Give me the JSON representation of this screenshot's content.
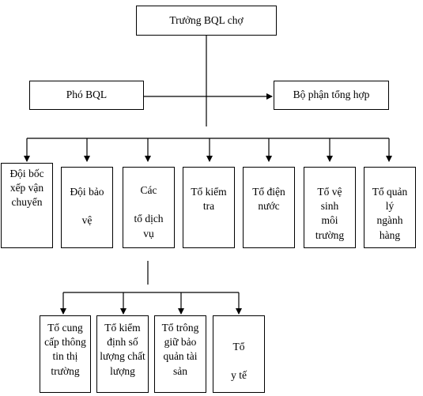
{
  "chart_data": {
    "type": "org-chart",
    "root": "Trưởng BQL chợ",
    "side_nodes": [
      "Phó BQL",
      "Bộ phận tổng hợp"
    ],
    "teams": [
      "Đội bốc\nxếp vận\nchuyển",
      "Đội bảo\n\nvệ",
      "Các\n\ntổ dịch\nvụ",
      "Tổ kiểm\ntra",
      "Tổ điện\nnước",
      "Tổ vệ\nsinh\nmôi\ntrường",
      "Tổ quản\nlý\nngành\nhàng"
    ],
    "service_subteams": [
      "Tổ cung\ncấp thông\ntin thị\ntrường",
      "Tổ kiểm\nđịnh số\nlượng chất\nlượng",
      "Tổ trông\ngiữ bảo\nquản tài\nsản",
      "Tổ\n\ny tế"
    ]
  }
}
